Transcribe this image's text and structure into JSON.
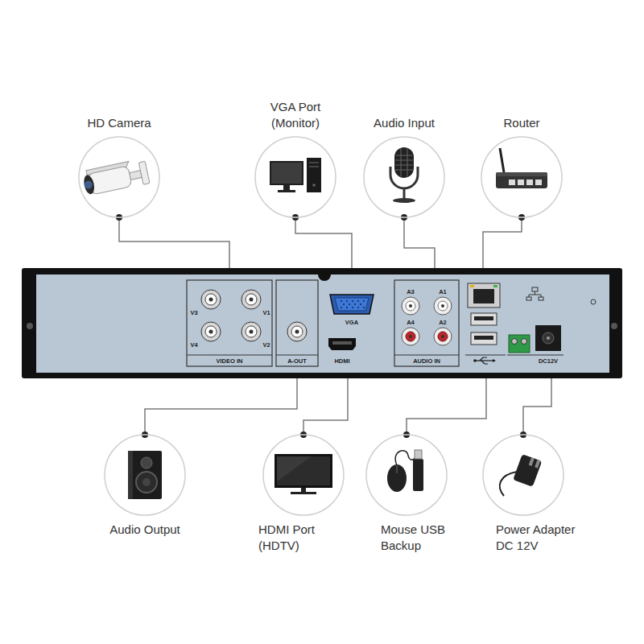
{
  "diagram": {
    "nodes": [
      {
        "text": [
          "HD Camera"
        ]
      },
      {
        "text": [
          "VGA Port (Monitor)"
        ]
      },
      {
        "text": [
          "Audio Input"
        ]
      },
      {
        "text": [
          "Router"
        ]
      },
      {
        "text": [
          "Audio Output"
        ]
      },
      {
        "text": [
          "HDMI Port (HDTV)"
        ]
      },
      {
        "text": [
          "Mouse USB Backup"
        ]
      },
      {
        "text": [
          "Power Adapter DC 12V"
        ]
      }
    ],
    "labels": [
      "V3",
      "V1",
      "V4",
      "V2",
      "VIDEO IN",
      "A-OUT",
      "VGA",
      "HDMI",
      "A3",
      "A1",
      "A4",
      "A2",
      "AUDIO IN",
      "DC12V"
    ]
  }
}
